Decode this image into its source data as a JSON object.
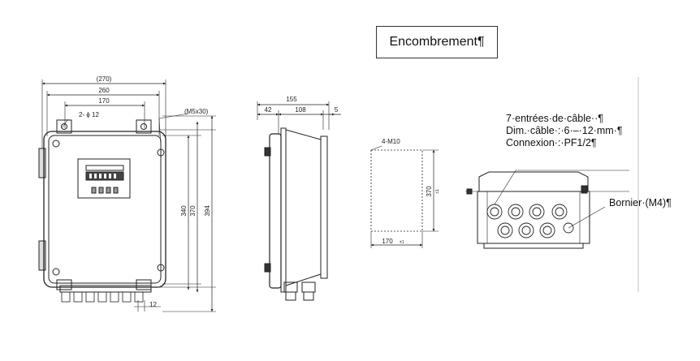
{
  "title": "Encombrement¶",
  "front_view": {
    "dim_width_total": "(270)",
    "dim_width_body": "260",
    "dim_mount_spacing": "170",
    "dim_mount_holes": "2- ϕ 12",
    "dim_screw": "(M5x30)",
    "dim_height_inner": "340",
    "dim_height_mount": "370",
    "dim_height_total": "394",
    "dim_bottom": "12"
  },
  "side_view": {
    "dim_depth_total": "155",
    "dim_front": "42",
    "dim_middle": "108",
    "dim_back": "5"
  },
  "mount_view": {
    "holes": "4-M10",
    "dim_height": "370",
    "dim_height_tol": "±1",
    "dim_width": "170",
    "dim_width_tol": "±1"
  },
  "bottom_view": {
    "note_line1": "7·entrées·de·câble··¶",
    "note_line2": "Dim.·câble·:·6·–·12·mm·¶",
    "note_line3": "Connexion·:·PF1/2¶",
    "terminal_label": "Bornier·(M4)¶"
  }
}
